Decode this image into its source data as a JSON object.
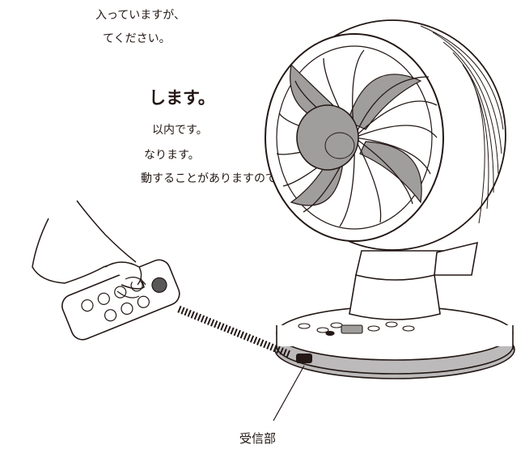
{
  "text": {
    "line1": "入っていますが、",
    "line2": "てください。",
    "heading": "します。",
    "bullet1": "以内です。",
    "bullet2": "なります。",
    "bullet3": "動することがありますので、",
    "receiver_label": "受信部"
  },
  "colors": {
    "ink": "#231815",
    "fan_gray": "#a09d9d",
    "base_gray": "#bcbaba",
    "ring_gray": "#dcdbdb"
  }
}
